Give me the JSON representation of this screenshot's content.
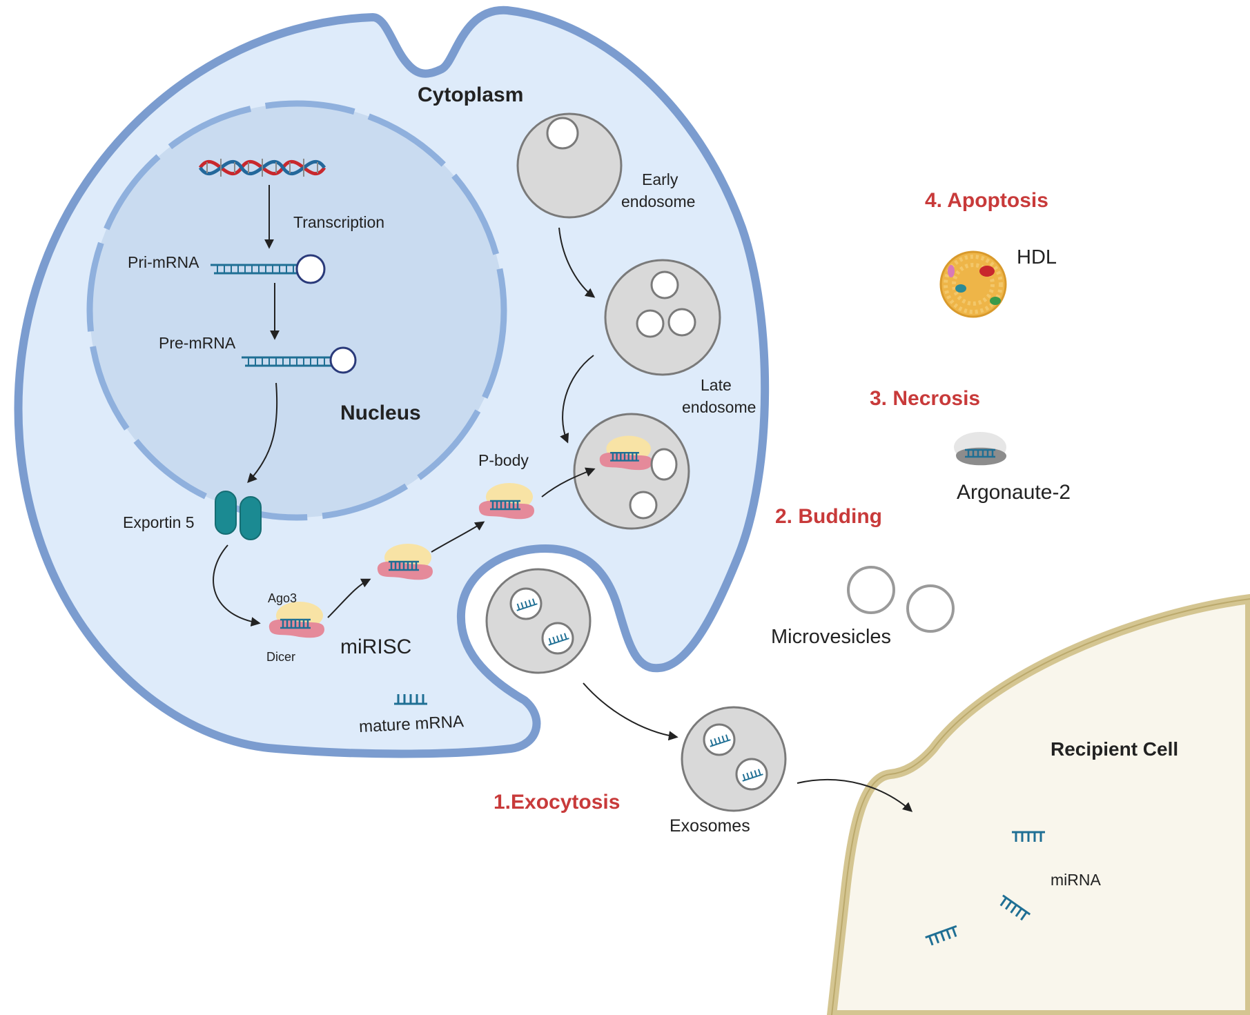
{
  "labels": {
    "cytoplasm": "Cytoplasm",
    "nucleus": "Nucleus",
    "transcription": "Transcription",
    "pri_mrna": "Pri-mRNA",
    "pre_mrna": "Pre-mRNA",
    "exportin": "Exportin 5",
    "ago3": "Ago3",
    "dicer": "Dicer",
    "mirisc": "miRISC",
    "mature_mrna": "mature mRNA",
    "p_body": "P-body",
    "early_endosome_1": "Early",
    "early_endosome_2": "endosome",
    "late_endosome_1": "Late",
    "late_endosome_2": "endosome",
    "exocytosis": "1.Exocytosis",
    "exosomes": "Exosomes",
    "budding": "2. Budding",
    "microvesicles": "Microvesicles",
    "necrosis": "3. Necrosis",
    "argonaute": "Argonaute-2",
    "apoptosis": "4. Apoptosis",
    "hdl": "HDL",
    "recipient_cell": "Recipient Cell",
    "mirna": "miRNA"
  },
  "colors": {
    "cell_fill": "#deebfa",
    "cell_membrane": "#7b9ccf",
    "nucleus_fill": "#c9dbf0",
    "endosome_fill": "#d9d9d9",
    "endosome_stroke": "#7a7a7a",
    "rna_blue": "#1f6f94",
    "dna_red": "#c8282d",
    "dna_blue": "#23689b",
    "exportin": "#1b8a92",
    "protein_yellow": "#f8e3a5",
    "protein_pink": "#e58a9a",
    "recipient_fill": "#f9f6ec",
    "recipient_membrane": "#d4c591",
    "accent_red": "#c83a3a",
    "hdl": "#eeb548"
  },
  "icons": [
    "dna-icon",
    "hairpin-rna-icon",
    "exportin-icon",
    "risc-complex-icon",
    "mirna-icon",
    "vesicle-icon",
    "hdl-particle-icon",
    "argonaute-icon",
    "arrow-icon"
  ]
}
